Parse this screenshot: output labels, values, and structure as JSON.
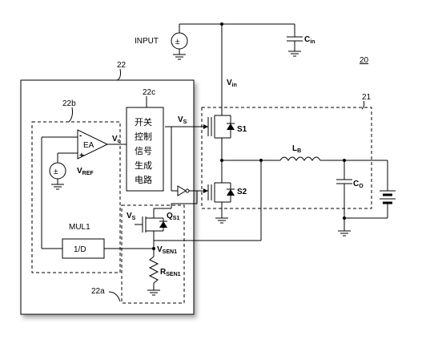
{
  "labels": {
    "input": "INPUT",
    "cin": "C",
    "cin_sub": "in",
    "ref20": "20",
    "ref21": "21",
    "ref22": "22",
    "ref22a": "22a",
    "ref22b": "22b",
    "ref22c": "22c",
    "vin": "V",
    "vin_sub": "in",
    "vs_top": "V",
    "vs_top_sub": "S",
    "vs_bottom": "V",
    "vs_bottom_sub": "S",
    "s1": "S1",
    "s2": "S2",
    "lb": "L",
    "lb_sub": "B",
    "co": "C",
    "co_sub": "O",
    "ea": "EA",
    "vc": "V",
    "vc_sub": "c",
    "vref": "V",
    "vref_sub": "REF",
    "mul1": "MUL1",
    "onediv": "1/D",
    "qs1": "Q",
    "qs1_sub": "S1",
    "vsen1": "V",
    "vsen1_sub": "SEN1",
    "rsen1": "R",
    "rsen1_sub": "SEN1",
    "plus": "+",
    "minus": "-",
    "pm": "±"
  },
  "switch_block": {
    "chars": [
      "开关",
      "控制",
      "信号",
      "生成",
      "电路"
    ]
  }
}
